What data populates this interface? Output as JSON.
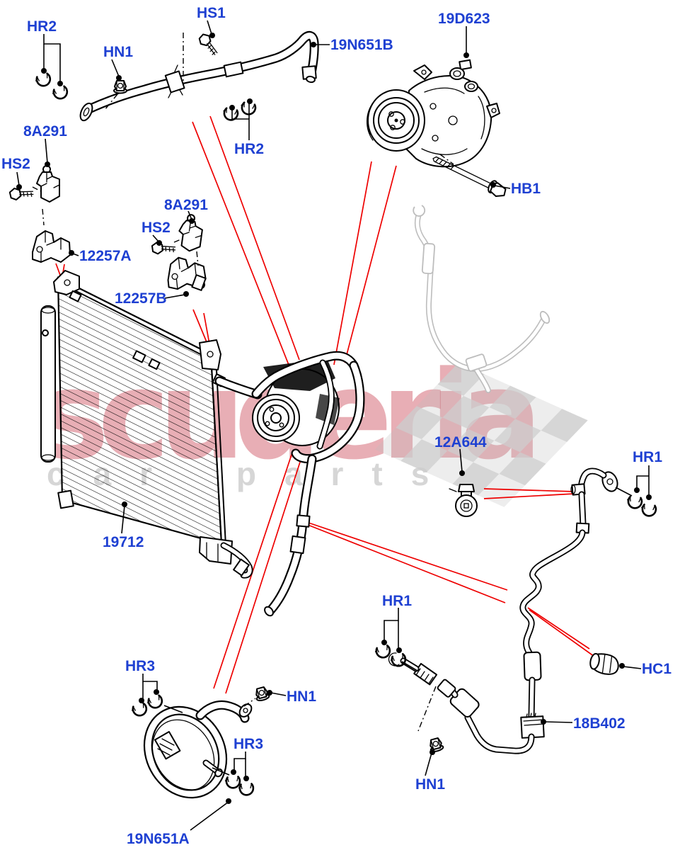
{
  "watermark": {
    "brand": "scuderia",
    "sub": "car parts"
  },
  "colors": {
    "label": "#1e40d2",
    "leader": "#ee0000",
    "line": "#000000",
    "checker": "#cccccc"
  },
  "labels": [
    {
      "id": "hr2-top",
      "text": "HR2"
    },
    {
      "id": "hn1-top",
      "text": "HN1"
    },
    {
      "id": "hs1",
      "text": "HS1"
    },
    {
      "id": "19n651b",
      "text": "19N651B"
    },
    {
      "id": "19d623",
      "text": "19D623"
    },
    {
      "id": "hb1",
      "text": "HB1"
    },
    {
      "id": "8a291-left",
      "text": "8A291"
    },
    {
      "id": "hs2-left",
      "text": "HS2"
    },
    {
      "id": "hr2-mid",
      "text": "HR2"
    },
    {
      "id": "8a291-mid",
      "text": "8A291"
    },
    {
      "id": "hs2-mid",
      "text": "HS2"
    },
    {
      "id": "12257a",
      "text": "12257A"
    },
    {
      "id": "12257b",
      "text": "12257B"
    },
    {
      "id": "19712",
      "text": "19712"
    },
    {
      "id": "12a644",
      "text": "12A644"
    },
    {
      "id": "hr1-right",
      "text": "HR1"
    },
    {
      "id": "hr1-bottom",
      "text": "HR1"
    },
    {
      "id": "hc1",
      "text": "HC1"
    },
    {
      "id": "18b402",
      "text": "18B402"
    },
    {
      "id": "hn1-bot-right",
      "text": "HN1"
    },
    {
      "id": "hr3-top",
      "text": "HR3"
    },
    {
      "id": "hn1-bot-left",
      "text": "HN1"
    },
    {
      "id": "hr3-bottom",
      "text": "HR3"
    },
    {
      "id": "19n651a",
      "text": "19N651A"
    }
  ]
}
